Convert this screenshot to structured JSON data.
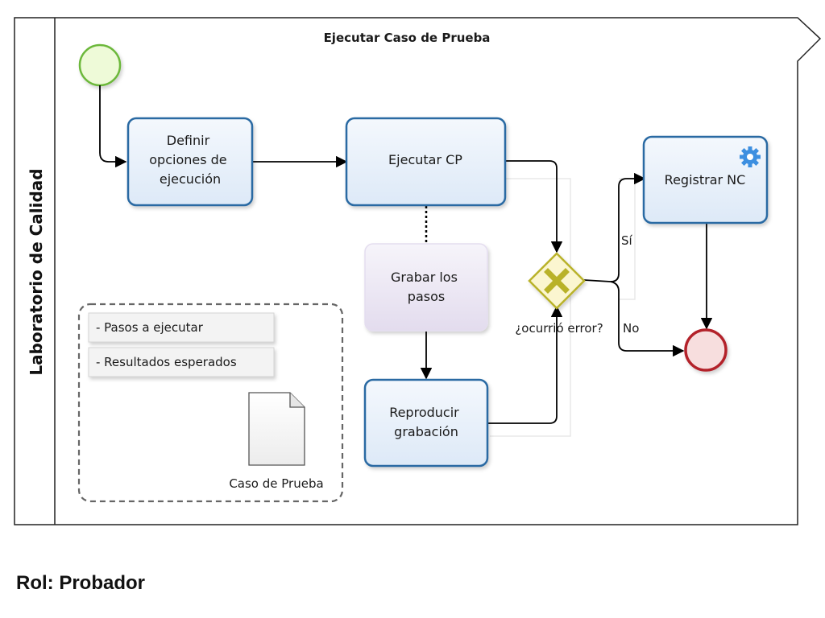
{
  "pool": {
    "title": "Ejecutar Caso de Prueba",
    "lane_label": "Laboratorio de Calidad"
  },
  "tasks": {
    "definir": [
      "Definir",
      "opciones de",
      "ejecución"
    ],
    "ejecutar": [
      "Ejecutar CP"
    ],
    "grabar": [
      "Grabar los",
      "pasos"
    ],
    "reproducir": [
      "Reproducir",
      "grabación"
    ],
    "registrar": [
      "Registrar NC"
    ]
  },
  "gateway": {
    "question": "¿ocurrió error?",
    "yes_label": "Sí",
    "no_label": "No"
  },
  "data_object": {
    "items": [
      "- Pasos a ejecutar",
      "- Resultados esperados"
    ],
    "label": "Caso de Prueba"
  },
  "role": "Rol: Probador",
  "colors": {
    "task_fill": "#e8f1fb",
    "task_stroke": "#2a6aa3",
    "start_fill": "#eefad8",
    "start_stroke": "#6cb83a",
    "end_fill": "#f7dede",
    "end_stroke": "#b3202a",
    "gateway_stroke": "#b9b229",
    "gateway_fill": "#fbf6d0",
    "gateway_x": "#b9b229",
    "gear": "#3d8fe0",
    "grabar_fill": "#ece8f3"
  },
  "icons": {
    "start": "start-event-icon",
    "end": "end-event-icon",
    "gateway": "exclusive-gateway-x-icon",
    "service": "gear-icon",
    "data_object": "document-icon"
  }
}
